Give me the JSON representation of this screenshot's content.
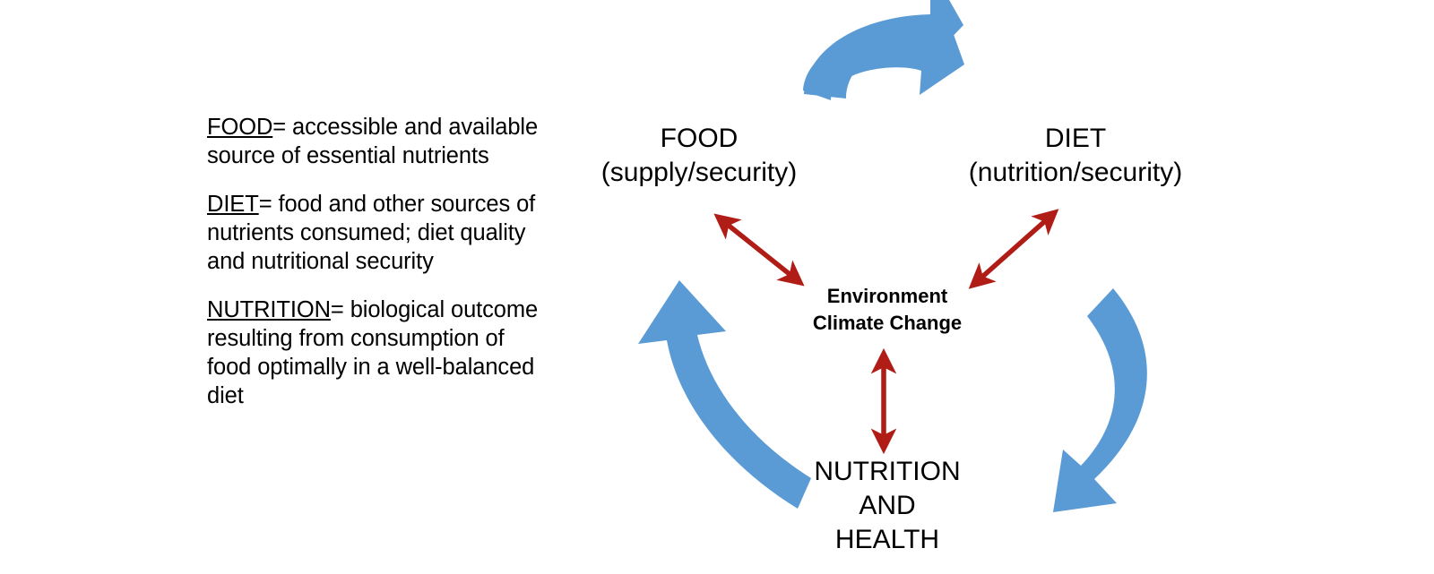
{
  "definitions": [
    {
      "term": "FOOD",
      "text": "= accessible and available source of essential nutrients"
    },
    {
      "term": "DIET",
      "text": "= food and other sources of nutrients consumed; diet quality and nutritional security"
    },
    {
      "term": "NUTRITION",
      "text": "= biological outcome resulting from consumption of food optimally in a well-balanced diet"
    }
  ],
  "cycle": {
    "center_label": "Environment\nClimate Change",
    "nodes": [
      {
        "id": "food",
        "label": "FOOD\n(supply/security)"
      },
      {
        "id": "diet",
        "label": "DIET\n(nutrition/security)"
      },
      {
        "id": "nutrition",
        "label": "NUTRITION\nAND\nHEALTH"
      }
    ],
    "cycle_arrows": [
      {
        "id": "food-to-diet",
        "direction": "clockwise-top",
        "shape": "curved-block-arrow"
      },
      {
        "id": "diet-to-nutrition",
        "direction": "clockwise-right",
        "shape": "curved-block-arrow"
      },
      {
        "id": "nutrition-to-food",
        "direction": "clockwise-left",
        "shape": "curved-block-arrow"
      }
    ],
    "link_arrows": [
      {
        "id": "food-center-link",
        "style": "double-headed",
        "from": "food",
        "to": "center"
      },
      {
        "id": "diet-center-link",
        "style": "double-headed",
        "from": "diet",
        "to": "center"
      },
      {
        "id": "nutrition-center-link",
        "style": "double-headed",
        "from": "nutrition",
        "to": "center"
      }
    ]
  },
  "colors": {
    "cycle_arrow_blue": "#5B9BD5",
    "link_arrow_red": "#B01C16",
    "text": "#000000",
    "background": "#FFFFFF"
  }
}
